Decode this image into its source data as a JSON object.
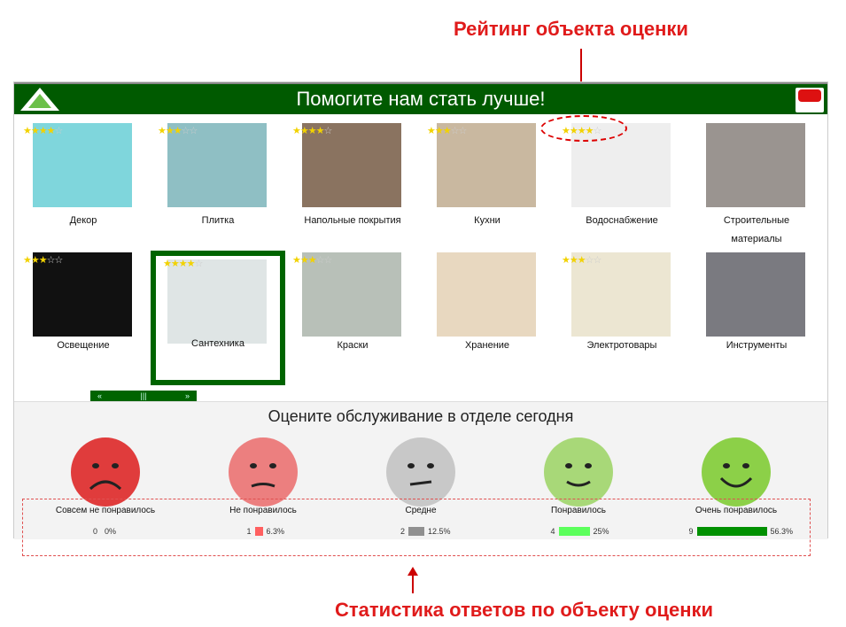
{
  "annotations": {
    "rating": "Рейтинг объекта оценки",
    "stats": "Статистика ответов по объекту оценки"
  },
  "header": {
    "title": "Помогите нам стать лучше!",
    "logo": "LEROY MERLIN",
    "partner_logo": "Красная кнопка rrbutton.com"
  },
  "categories": [
    {
      "label": "Декор",
      "rating": 4,
      "color": "#7fd6dc"
    },
    {
      "label": "Плитка",
      "rating": 2.5,
      "color": "#8fbfc4"
    },
    {
      "label": "Напольные покрытия",
      "rating": 4,
      "color": "#8a7360"
    },
    {
      "label": "Кухни",
      "rating": 2.5,
      "color": "#c9b8a0"
    },
    {
      "label": "Водоснабжение",
      "rating": 3.5,
      "color": "#eeeeee"
    },
    {
      "label": "Строительные материалы",
      "rating": 0,
      "color": "#9a9490"
    },
    {
      "label": "Освещение",
      "rating": 3,
      "color": "#111111"
    },
    {
      "label": "Сантехника",
      "rating": 4,
      "color": "#dfe5e5",
      "selected": true
    },
    {
      "label": "Краски",
      "rating": 3,
      "color": "#b8c0b8"
    },
    {
      "label": "Хранение",
      "rating": 0,
      "color": "#e8d8c0"
    },
    {
      "label": "Электротовары",
      "rating": 3,
      "color": "#ece6d2"
    },
    {
      "label": "Инструменты",
      "rating": 0,
      "color": "#7a7a80"
    }
  ],
  "scroller": {
    "prev": "«",
    "handle": "|||",
    "next": "»"
  },
  "survey": {
    "title": "Оцените обслуживание в отделе сегодня",
    "options": [
      {
        "label": "Совсем не понравилось",
        "count": "0",
        "percent": "0%",
        "share": 0,
        "color": "#e03c3c",
        "bar": "#e03c3c"
      },
      {
        "label": "Не понравилось",
        "count": "1",
        "percent": "6.3%",
        "share": 6.3,
        "color": "#ec7f7f",
        "bar": "#ff6060"
      },
      {
        "label": "Средне",
        "count": "2",
        "percent": "12.5%",
        "share": 12.5,
        "color": "#c8c8c8",
        "bar": "#909090"
      },
      {
        "label": "Понравилось",
        "count": "4",
        "percent": "25%",
        "share": 25,
        "color": "#a8d878",
        "bar": "#5cff5c"
      },
      {
        "label": "Очень понравилось",
        "count": "9",
        "percent": "56.3%",
        "share": 56.3,
        "color": "#8cd048",
        "bar": "#009000"
      }
    ]
  }
}
